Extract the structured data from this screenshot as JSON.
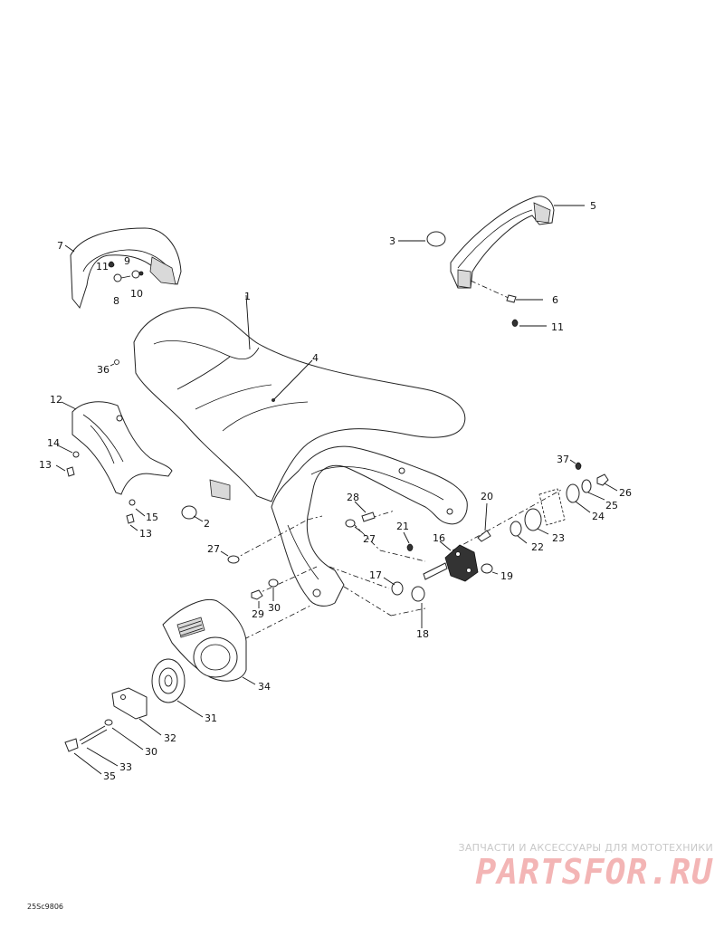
{
  "diagram": {
    "drawing_code": "25Sc9806",
    "watermark": {
      "caption": "ЗАПЧАСТИ И АКСЕССУАРЫ ДЛЯ МОТОТЕХНИКИ",
      "logo": "PARTSFOR.RU"
    },
    "callouts": {
      "c1": "1",
      "c2": "2",
      "c3": "3",
      "c4": "4",
      "c5": "5",
      "c6": "6",
      "c7": "7",
      "c8": "8",
      "c9": "9",
      "c10": "10",
      "c11a": "11",
      "c11b": "11",
      "c12": "12",
      "c13a": "13",
      "c13b": "13",
      "c14": "14",
      "c15": "15",
      "c16": "16",
      "c17": "17",
      "c18": "18",
      "c19": "19",
      "c20": "20",
      "c21": "21",
      "c22": "22",
      "c23": "23",
      "c24": "24",
      "c25": "25",
      "c26": "26",
      "c27a": "27",
      "c27b": "27",
      "c28": "28",
      "c29": "29",
      "c30a": "30",
      "c30b": "30",
      "c31": "31",
      "c32": "32",
      "c33": "33",
      "c34": "34",
      "c35": "35",
      "c36": "36",
      "c37": "37"
    }
  }
}
